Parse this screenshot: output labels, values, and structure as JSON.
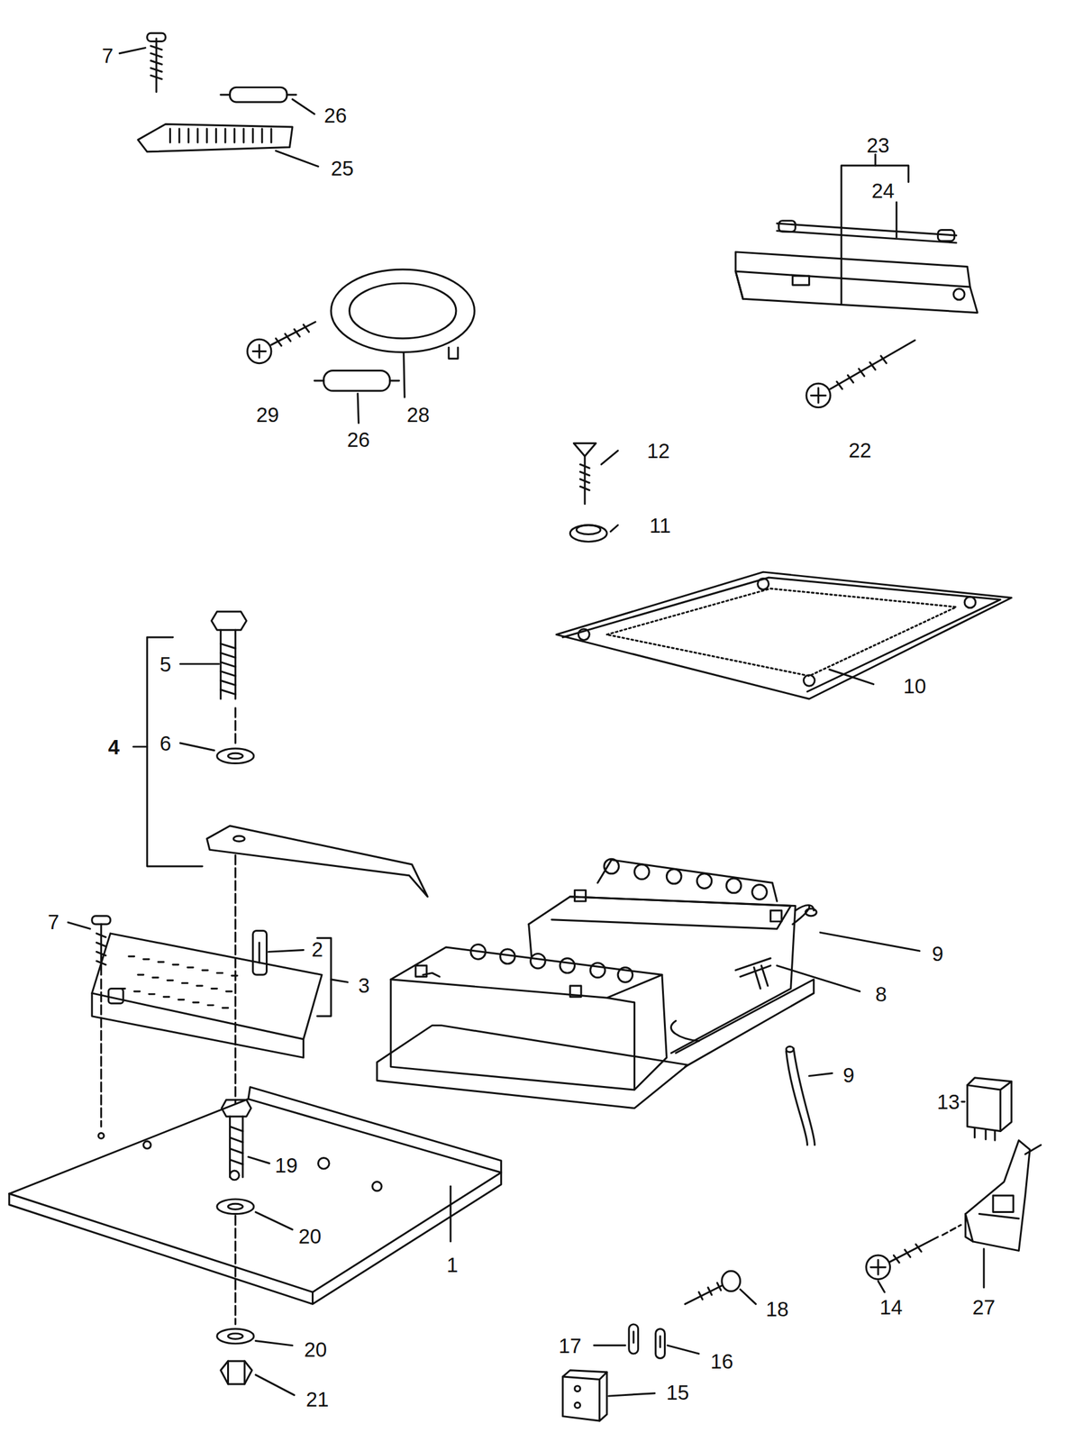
{
  "diagram": {
    "labels": [
      "7",
      "26",
      "25",
      "23",
      "24",
      "28",
      "29",
      "26",
      "22",
      "12",
      "11",
      "10",
      "5",
      "4",
      "6",
      "7",
      "2",
      "3",
      "9",
      "8",
      "9",
      "19",
      "13",
      "20",
      "1",
      "14",
      "27",
      "18",
      "17",
      "16",
      "20",
      "21",
      "15"
    ]
  }
}
